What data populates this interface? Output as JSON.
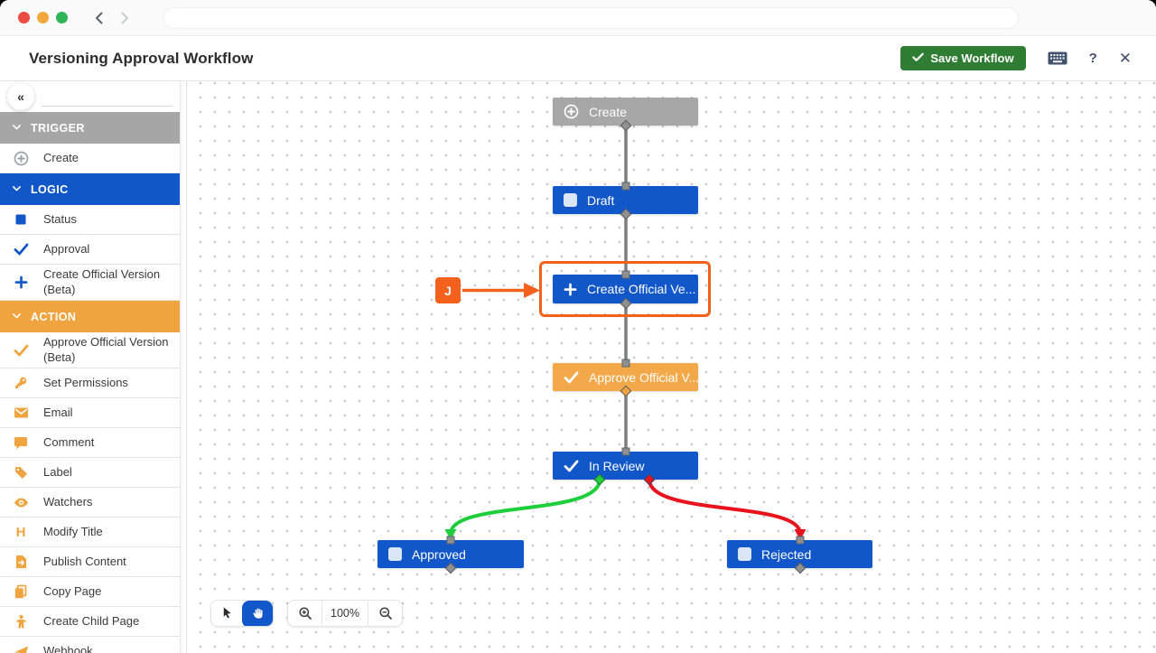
{
  "browser": {
    "url": "",
    "traffic_lights": [
      "close",
      "minimize",
      "fullscreen"
    ]
  },
  "header": {
    "title": "Versioning Approval Workflow",
    "save_label": "Save Workflow",
    "help_glyph": "?",
    "close_glyph": "✕"
  },
  "sidebar": {
    "collapse_glyph": "«",
    "sections": [
      {
        "id": "trigger",
        "label": "TRIGGER",
        "color": "gray",
        "items": [
          {
            "label": "Create",
            "icon": "plus-circle-icon"
          }
        ]
      },
      {
        "id": "logic",
        "label": "LOGIC",
        "color": "blue",
        "items": [
          {
            "label": "Status",
            "icon": "square-icon"
          },
          {
            "label": "Approval",
            "icon": "check-icon"
          },
          {
            "label": "Create Official Version (Beta)",
            "icon": "plus-icon"
          }
        ]
      },
      {
        "id": "action",
        "label": "ACTION",
        "color": "orange",
        "items": [
          {
            "label": "Approve Official Version (Beta)",
            "icon": "check-icon"
          },
          {
            "label": "Set Permissions",
            "icon": "key-icon"
          },
          {
            "label": "Email",
            "icon": "mail-icon"
          },
          {
            "label": "Comment",
            "icon": "comment-icon"
          },
          {
            "label": "Label",
            "icon": "tag-icon"
          },
          {
            "label": "Watchers",
            "icon": "eye-icon"
          },
          {
            "label": "Modify Title",
            "icon": "title-icon"
          },
          {
            "label": "Publish Content",
            "icon": "publish-icon"
          },
          {
            "label": "Copy Page",
            "icon": "copy-icon"
          },
          {
            "label": "Create Child Page",
            "icon": "child-page-icon"
          },
          {
            "label": "Webhook",
            "icon": "webhook-icon"
          }
        ]
      }
    ]
  },
  "canvas": {
    "nodes": [
      {
        "id": "create",
        "label": "Create",
        "kind": "gray",
        "icon": "plus-circle-icon"
      },
      {
        "id": "draft",
        "label": "Draft",
        "kind": "blue",
        "icon": "status-square-icon"
      },
      {
        "id": "create-official",
        "label": "Create Official Ve...",
        "kind": "blue",
        "icon": "plus-icon",
        "selected": true
      },
      {
        "id": "approve-official",
        "label": "Approve Official V...",
        "kind": "orange",
        "icon": "check-icon"
      },
      {
        "id": "in-review",
        "label": "In Review",
        "kind": "blue",
        "icon": "check-icon"
      },
      {
        "id": "approved",
        "label": "Approved",
        "kind": "blue",
        "icon": "status-square-icon"
      },
      {
        "id": "rejected",
        "label": "Rejected",
        "kind": "blue",
        "icon": "status-square-icon"
      }
    ],
    "annotation": {
      "label": "J"
    },
    "toolbar": {
      "zoom_level": "100%"
    }
  },
  "colors": {
    "blue": "#1257C9",
    "gray_node": "#A7A7A7",
    "orange_header": "#F0A43F",
    "orange_node": "#F3A94A",
    "selection_orange": "#F4611D",
    "edge_gray": "#7D7D7D",
    "edge_green": "#1FCE3B",
    "edge_red": "#E8131C",
    "save_green": "#2E7D33",
    "traffic_red": "#EB4B41",
    "traffic_yellow": "#F3A83C",
    "traffic_green": "#2FB457"
  }
}
